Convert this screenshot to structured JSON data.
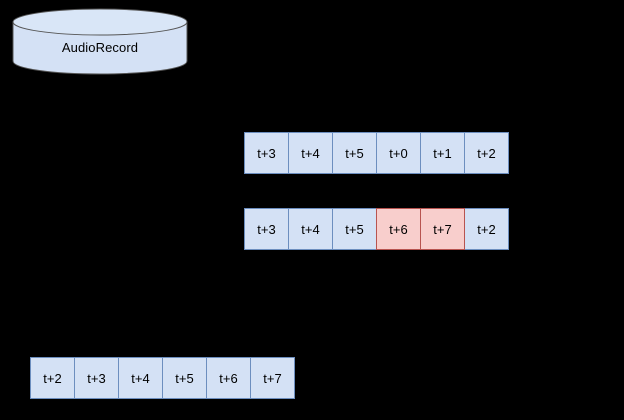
{
  "colors": {
    "background": "#000000",
    "cell_blue_fill": "#d4e1f5",
    "cell_blue_stroke": "#6c8ebf",
    "cell_pink_fill": "#f8cecc",
    "cell_pink_stroke": "#b85450",
    "cylinder_fill": "#d4e1f5",
    "cylinder_stroke": "#555555",
    "text": "#000000"
  },
  "datastore": {
    "label": "AudioRecord",
    "shape": "cylinder-icon"
  },
  "buffers": [
    {
      "id": "row-top",
      "cells": [
        {
          "label": "t+3",
          "state": "blue"
        },
        {
          "label": "t+4",
          "state": "blue"
        },
        {
          "label": "t+5",
          "state": "blue"
        },
        {
          "label": "t+0",
          "state": "blue"
        },
        {
          "label": "t+1",
          "state": "blue"
        },
        {
          "label": "t+2",
          "state": "blue"
        }
      ]
    },
    {
      "id": "row-middle",
      "cells": [
        {
          "label": "t+3",
          "state": "blue"
        },
        {
          "label": "t+4",
          "state": "blue"
        },
        {
          "label": "t+5",
          "state": "blue"
        },
        {
          "label": "t+6",
          "state": "pink"
        },
        {
          "label": "t+7",
          "state": "pink"
        },
        {
          "label": "t+2",
          "state": "blue"
        }
      ]
    },
    {
      "id": "row-bottom",
      "cells": [
        {
          "label": "t+2",
          "state": "blue"
        },
        {
          "label": "t+3",
          "state": "blue"
        },
        {
          "label": "t+4",
          "state": "blue"
        },
        {
          "label": "t+5",
          "state": "blue"
        },
        {
          "label": "t+6",
          "state": "blue"
        },
        {
          "label": "t+7",
          "state": "blue"
        }
      ]
    }
  ]
}
